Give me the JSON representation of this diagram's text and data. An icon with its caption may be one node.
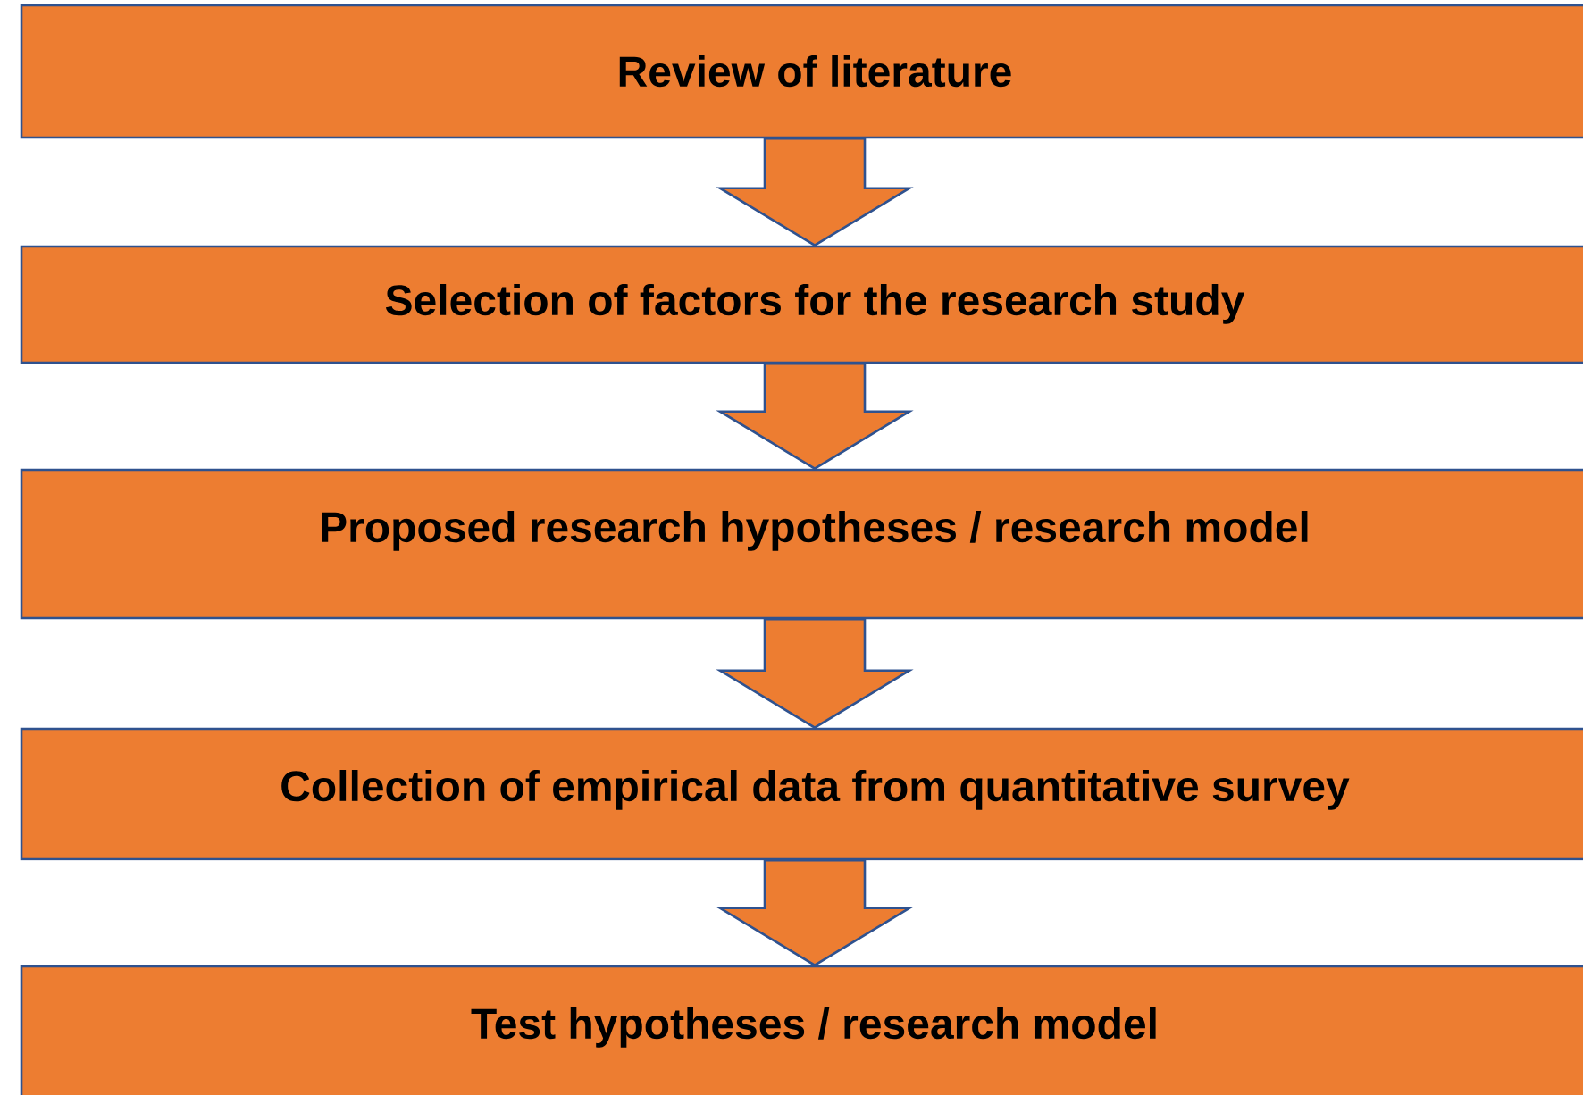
{
  "diagram": {
    "nodes": [
      {
        "text": [
          "Review of literature"
        ]
      },
      {
        "text": [
          "Selection of factors for the research study"
        ]
      },
      {
        "text": [
          "Proposed research hypotheses / research model"
        ]
      },
      {
        "text": [
          "Collection of empirical data from quantitative survey"
        ]
      },
      {
        "text": [
          "Test hypotheses / research model"
        ]
      }
    ],
    "edges": [
      {
        "from": 0,
        "to": 1,
        "arrow": "to"
      },
      {
        "from": 1,
        "to": 2,
        "arrow": "to"
      },
      {
        "from": 2,
        "to": 3,
        "arrow": "to"
      },
      {
        "from": 3,
        "to": 4,
        "arrow": "to"
      }
    ]
  }
}
